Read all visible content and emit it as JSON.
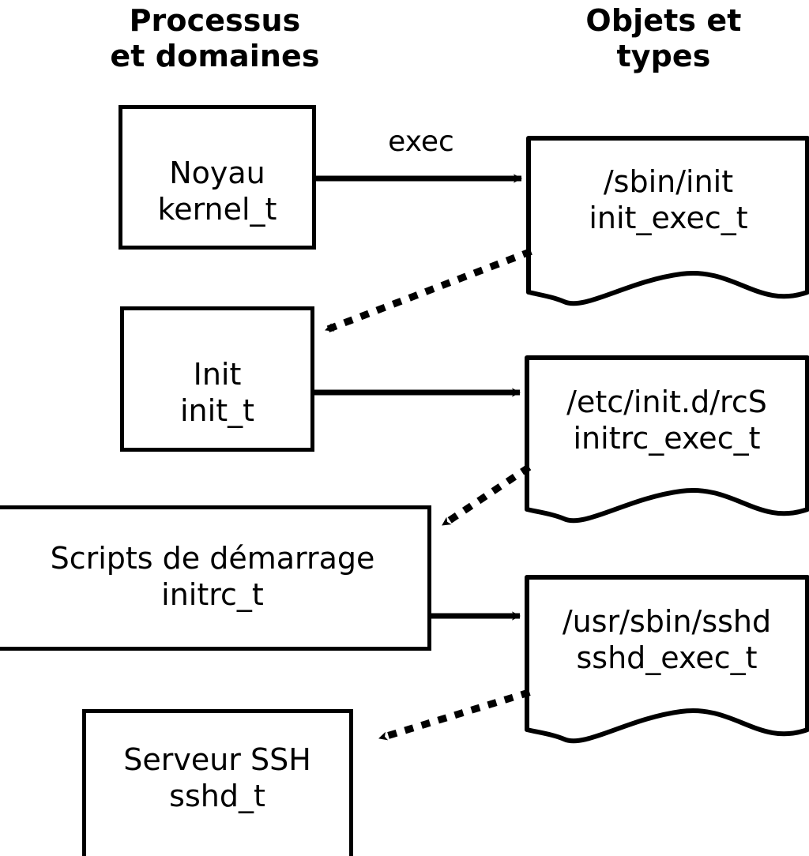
{
  "diagram": {
    "title": "Processus et domaines / Objets et types",
    "background_color": "#ffffff",
    "stroke_color": "#000000",
    "columns": {
      "left_header": "Processus\net domaines",
      "right_header": "Objets et\ntypes"
    },
    "process_nodes": [
      {
        "id": "kernel",
        "shape": "rectangle",
        "line1": "Noyau",
        "line2": "kernel_t",
        "text": "Noyau\nkernel_t"
      },
      {
        "id": "init",
        "shape": "rectangle",
        "line1": "Init",
        "line2": "init_t",
        "text": "Init\ninit_t"
      },
      {
        "id": "initrc",
        "shape": "rectangle",
        "line1": "Scripts de démarrage",
        "line2": "initrc_t",
        "text": "Scripts de démarrage\ninitrc_t"
      },
      {
        "id": "sshd",
        "shape": "rectangle",
        "line1": "Serveur SSH",
        "line2": "sshd_t",
        "text": "Serveur SSH\nsshd_t"
      }
    ],
    "object_nodes": [
      {
        "id": "init_exec",
        "shape": "file-wavy-bottom",
        "line1": "/sbin/init",
        "line2": "init_exec_t",
        "text": "/sbin/init\ninit_exec_t"
      },
      {
        "id": "initrc_exec",
        "shape": "file-wavy-bottom",
        "line1": "/etc/init.d/rcS",
        "line2": "initrc_exec_t",
        "text": "/etc/init.d/rcS\ninitrc_exec_t"
      },
      {
        "id": "sshd_exec",
        "shape": "file-wavy-bottom",
        "line1": "/usr/sbin/sshd",
        "line2": "sshd_exec_t",
        "text": "/usr/sbin/sshd\nsshd_exec_t"
      }
    ],
    "edges": [
      {
        "id": "kernel-to-init-exec",
        "from": "kernel",
        "to": "init_exec",
        "style": "solid",
        "label": "exec"
      },
      {
        "id": "init-exec-to-init",
        "from": "init_exec",
        "to": "init",
        "style": "dotted",
        "label": ""
      },
      {
        "id": "init-to-initrc-exec",
        "from": "init",
        "to": "initrc_exec",
        "style": "solid",
        "label": ""
      },
      {
        "id": "initrc-exec-to-initrc",
        "from": "initrc_exec",
        "to": "initrc",
        "style": "dotted",
        "label": ""
      },
      {
        "id": "initrc-to-sshd-exec",
        "from": "initrc",
        "to": "sshd_exec",
        "style": "solid",
        "label": ""
      },
      {
        "id": "sshd-exec-to-sshd",
        "from": "sshd_exec",
        "to": "sshd",
        "style": "dotted",
        "label": ""
      }
    ]
  }
}
